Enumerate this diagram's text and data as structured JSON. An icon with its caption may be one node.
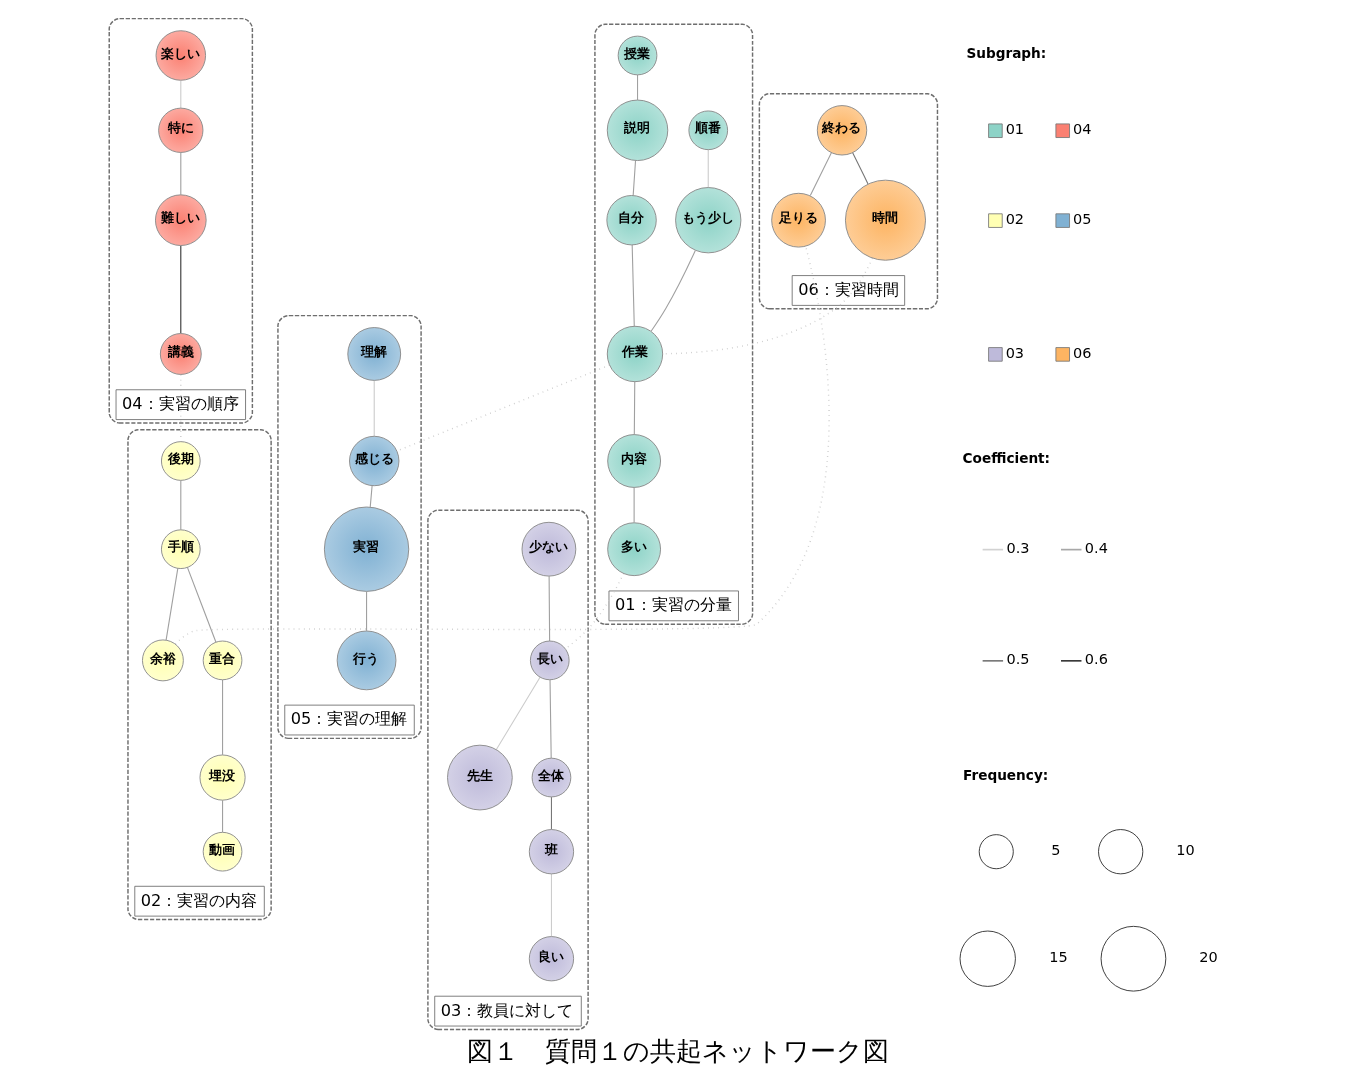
{
  "diagram": {
    "caption": "図１　質問１の共起ネットワーク図",
    "nodes": [
      {
        "text": [
          "04：実習の順序"
        ]
      },
      {
        "text": [
          "楽しい"
        ],
        "in": 0
      },
      {
        "text": [
          "特に"
        ],
        "in": 0
      },
      {
        "text": [
          "難しい"
        ],
        "in": 0
      },
      {
        "text": [
          "講義"
        ],
        "in": 0
      },
      {
        "text": [
          "02：実習の内容"
        ]
      },
      {
        "text": [
          "後期"
        ],
        "in": 5
      },
      {
        "text": [
          "手順"
        ],
        "in": 5
      },
      {
        "text": [
          "余裕"
        ],
        "in": 5
      },
      {
        "text": [
          "重合"
        ],
        "in": 5
      },
      {
        "text": [
          "埋没"
        ],
        "in": 5
      },
      {
        "text": [
          "動画"
        ],
        "in": 5
      },
      {
        "text": [
          "06：実習時間"
        ]
      },
      {
        "text": [
          "終わる"
        ],
        "in": 12
      },
      {
        "text": [
          "足りる"
        ],
        "in": 12
      },
      {
        "text": [
          "時間"
        ],
        "in": 12
      },
      {
        "text": [
          "01：実習の分量"
        ]
      },
      {
        "text": [
          "順番"
        ],
        "in": 16
      },
      {
        "text": [
          "授業"
        ],
        "in": 16
      },
      {
        "text": [
          "説明"
        ],
        "in": 16
      },
      {
        "text": [
          "もう少し"
        ],
        "in": 16
      },
      {
        "text": [
          "自分"
        ],
        "in": 16
      },
      {
        "text": [
          "作業"
        ],
        "in": 16
      },
      {
        "text": [
          "内容"
        ],
        "in": 16
      },
      {
        "text": [
          "多い"
        ],
        "in": 16
      },
      {
        "text": [
          "05：実習の理解"
        ]
      },
      {
        "text": [
          "理解"
        ],
        "in": 25
      },
      {
        "text": [
          "感じる"
        ],
        "in": 25
      },
      {
        "text": [
          "実習"
        ],
        "in": 25
      },
      {
        "text": [
          "行う"
        ],
        "in": 25
      },
      {
        "text": [
          "03：教員に対して"
        ]
      },
      {
        "text": [
          "少ない"
        ],
        "in": 30
      },
      {
        "text": [
          "長い"
        ],
        "in": 30
      },
      {
        "text": [
          "先生"
        ],
        "in": 30
      },
      {
        "text": [
          "良い"
        ],
        "in": 30
      },
      {
        "text": [
          "全体"
        ],
        "in": 30
      },
      {
        "text": [
          "班"
        ],
        "in": 30
      },
      {
        "text": [],
        "shape": "circle"
      },
      {
        "text": [],
        "shape": "circle"
      },
      {
        "text": [],
        "shape": "circle"
      },
      {
        "text": [],
        "shape": "circle"
      }
    ],
    "edges": [
      {
        "from": 1,
        "to": 2,
        "arrow": "none",
        "color": "#cccccc"
      },
      {
        "from": 2,
        "to": 3,
        "arrow": "none"
      },
      {
        "from": 3,
        "to": 4,
        "arrow": "none",
        "color": "#333333"
      },
      {
        "from": 4,
        "to": 6,
        "arrow": "none",
        "style": "dashed",
        "color": "#cccccc"
      },
      {
        "from": 6,
        "to": 7,
        "arrow": "none"
      },
      {
        "from": 7,
        "to": 8,
        "arrow": "none"
      },
      {
        "from": 7,
        "to": 9,
        "arrow": "none"
      },
      {
        "from": 9,
        "to": 10,
        "arrow": "none"
      },
      {
        "from": 10,
        "to": 11,
        "arrow": "none"
      },
      {
        "from": 8,
        "to": 14,
        "arrow": "none",
        "style": "dashed",
        "color": "#cccccc"
      },
      {
        "from": 13,
        "to": 14,
        "arrow": "none"
      },
      {
        "from": 13,
        "to": 15,
        "arrow": "none",
        "color": "#777777"
      },
      {
        "from": 15,
        "to": 22,
        "arrow": "none",
        "style": "dashed",
        "color": "#cccccc"
      },
      {
        "from": 17,
        "to": 20,
        "arrow": "none",
        "color": "#cccccc"
      },
      {
        "from": 20,
        "to": 22,
        "arrow": "none"
      },
      {
        "from": 18,
        "to": 19,
        "arrow": "none"
      },
      {
        "from": 19,
        "to": 21,
        "arrow": "none"
      },
      {
        "from": 21,
        "to": 22,
        "arrow": "none"
      },
      {
        "from": 22,
        "to": 23,
        "arrow": "none"
      },
      {
        "from": 23,
        "to": 24,
        "arrow": "none"
      },
      {
        "from": 22,
        "to": 27,
        "arrow": "none",
        "style": "dashed",
        "color": "#cccccc"
      },
      {
        "from": 26,
        "to": 27,
        "arrow": "none",
        "color": "#cccccc"
      },
      {
        "from": 27,
        "to": 28,
        "arrow": "none"
      },
      {
        "from": 28,
        "to": 29,
        "arrow": "none"
      },
      {
        "from": 24,
        "to": 32,
        "arrow": "none",
        "style": "dashed",
        "color": "#cccccc"
      },
      {
        "from": 31,
        "to": 32,
        "arrow": "none"
      },
      {
        "from": 32,
        "to": 33,
        "arrow": "none",
        "color": "#cccccc"
      },
      {
        "from": 32,
        "to": 35,
        "arrow": "none"
      },
      {
        "from": 35,
        "to": 36,
        "arrow": "none",
        "color": "#777777"
      },
      {
        "from": 36,
        "to": 34,
        "arrow": "none",
        "color": "#cccccc"
      }
    ],
    "labels": [
      "Subgraph:",
      "Coefficient:",
      "Frequency:"
    ],
    "legend": [
      {
        "text": "01",
        "color": "#8dd3c7"
      },
      {
        "text": "02",
        "color": "#ffffb3"
      },
      {
        "text": "03",
        "color": "#bebada"
      },
      {
        "text": "04",
        "color": "#fb8072"
      },
      {
        "text": "05",
        "color": "#80b1d3"
      },
      {
        "text": "06",
        "color": "#fdb462"
      },
      {
        "text": "0.3"
      },
      {
        "text": "0.4"
      },
      {
        "text": "0.5"
      },
      {
        "text": "0.6"
      },
      {
        "text": "5"
      },
      {
        "text": "10"
      },
      {
        "text": "15"
      },
      {
        "text": "20"
      }
    ]
  }
}
